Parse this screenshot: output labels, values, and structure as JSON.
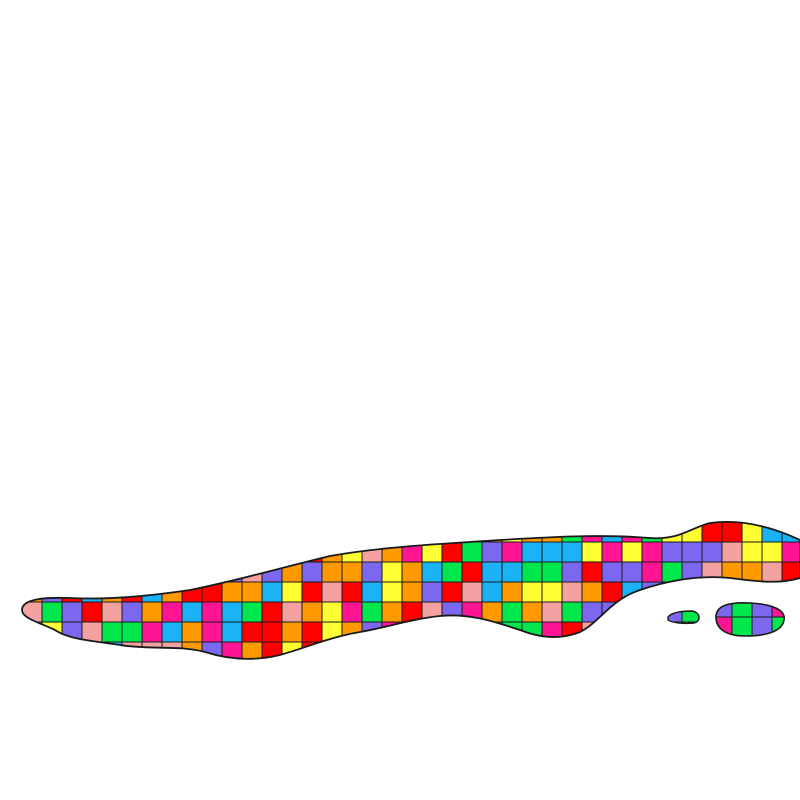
{
  "figure": {
    "description_free": true,
    "palette": [
      "#7b68ee",
      "#ff1493",
      "#00e64d",
      "#ff9900",
      "#f4a1a1",
      "#1ab2f5",
      "#ffff33",
      "#ff0000"
    ],
    "outline_color": "#1a1a1a",
    "background_color": "#ffffff",
    "regions": [
      {
        "name": "main-strip",
        "shape": "elongated-mosaic-blob"
      },
      {
        "name": "small-pill-left",
        "shape": "small-mosaic-pill"
      },
      {
        "name": "small-pill-right",
        "shape": "small-mosaic-pill"
      }
    ]
  }
}
